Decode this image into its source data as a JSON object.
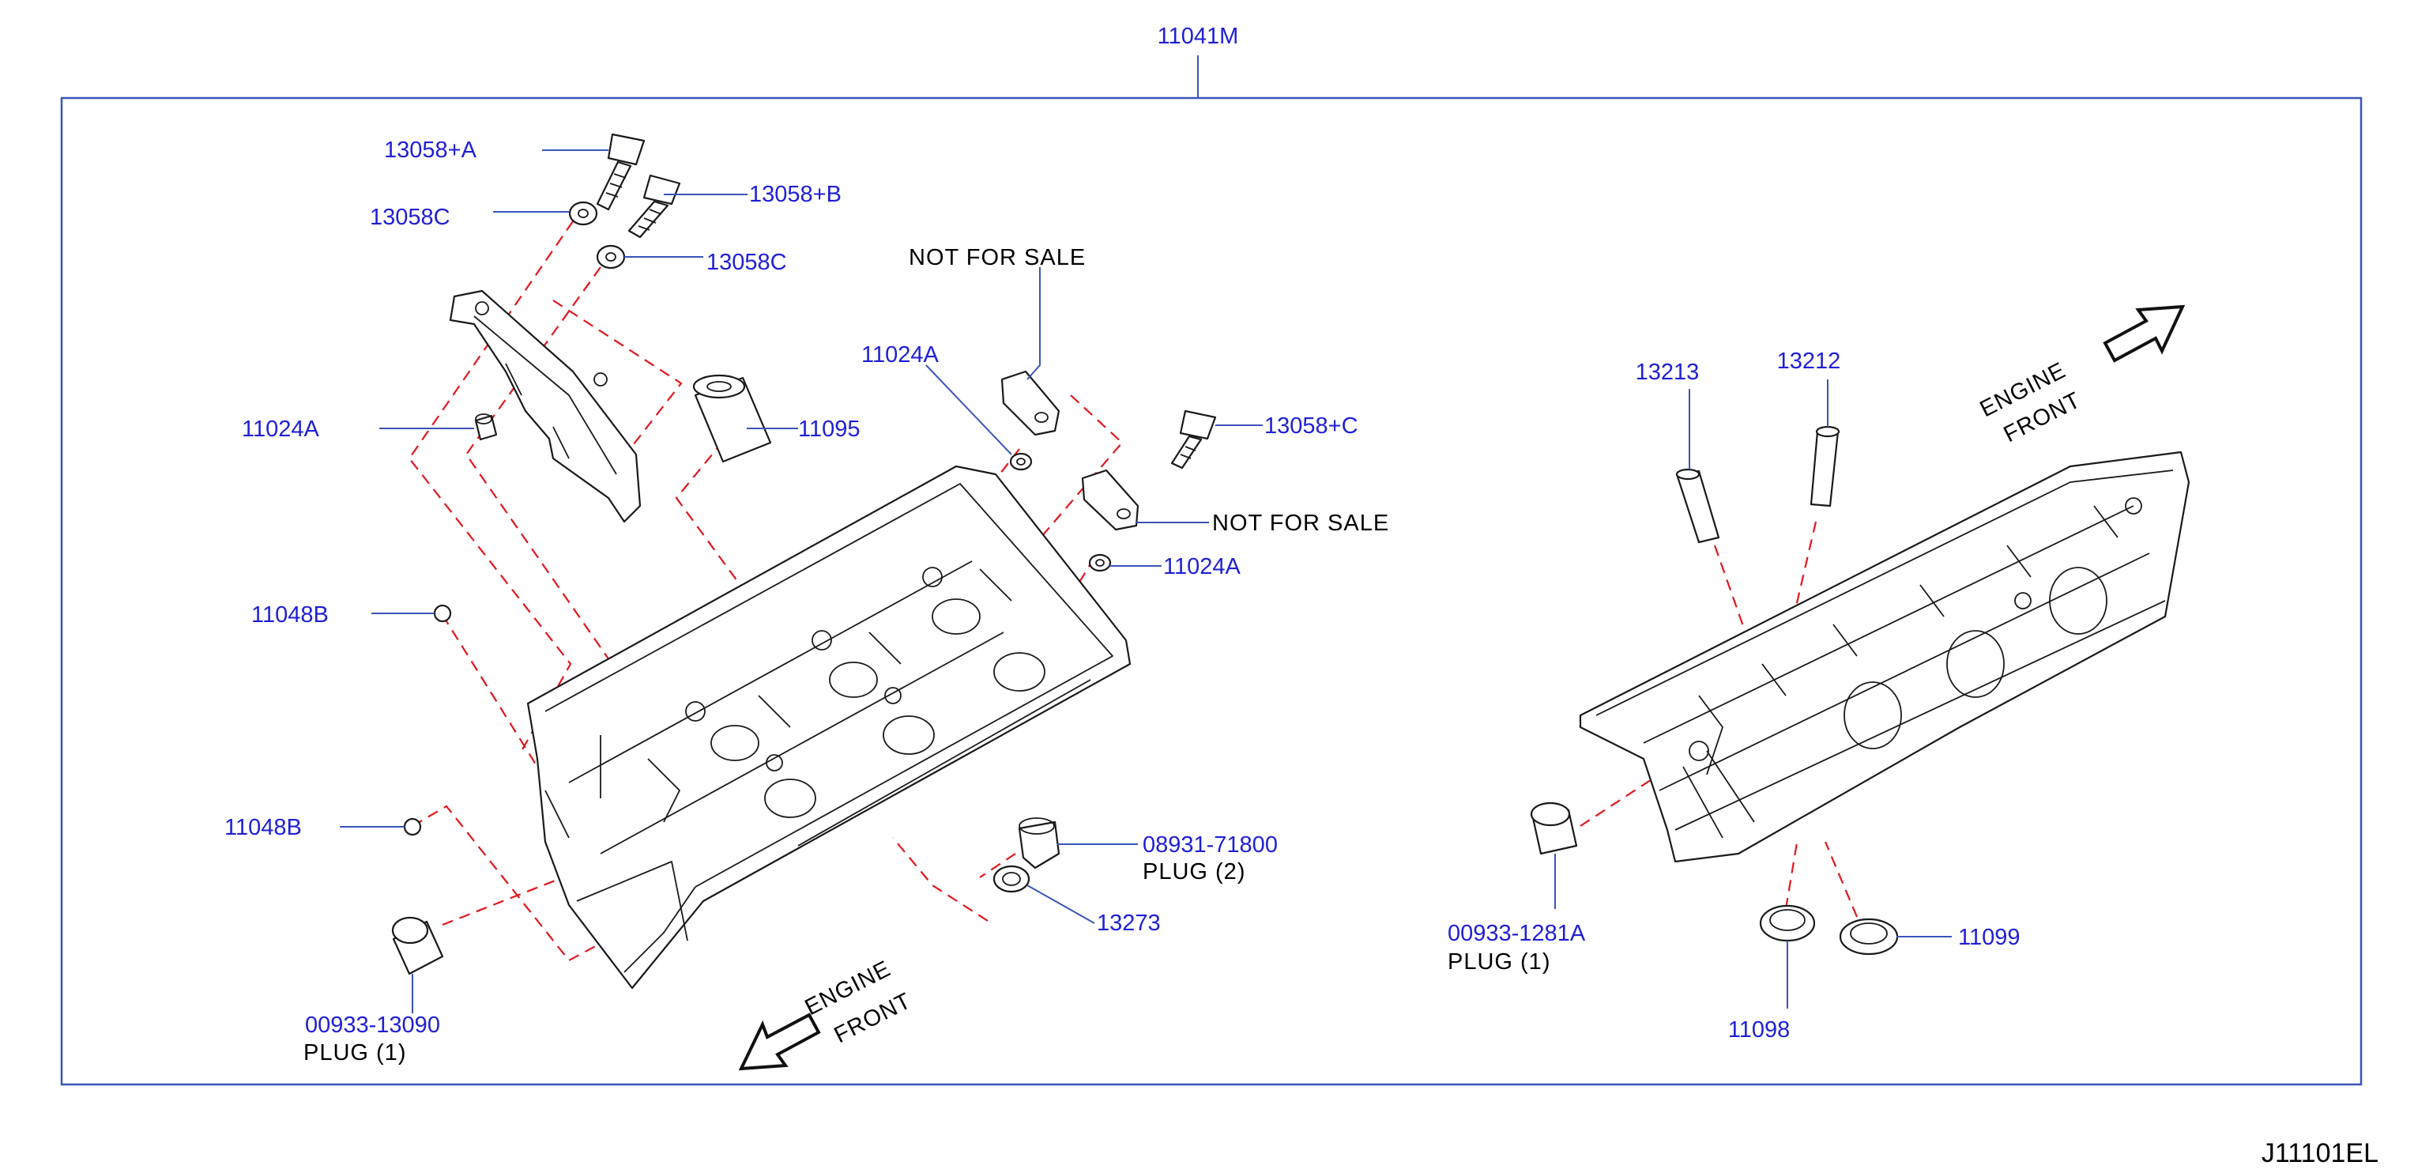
{
  "diagram": {
    "top_label": "11041M",
    "diagram_code": "J11101EL",
    "colors": {
      "callout": "#1f1fd6",
      "frame": "#3a55b8",
      "dashed_guide": "#e3161b",
      "drawing": "#1a1a1a"
    },
    "left": {
      "callouts": {
        "bolt_a": "13058+A",
        "washer_c_left": "13058C",
        "bolt_b": "13058+B",
        "washer_c_right": "13058C",
        "dowel_left": "11024A",
        "dowel_top": "11024A",
        "dowel_right": "11024A",
        "sleeve": "11095",
        "bolt_c": "13058+C",
        "ball_plug_upper": "11048B",
        "ball_plug_lower": "11048B",
        "plug_tapered": "08931-71800",
        "washer_13273": "13273",
        "plug_cup": "00933-13090"
      },
      "notes": {
        "not_for_sale_top": "NOT FOR SALE",
        "not_for_sale_right": "NOT FOR SALE",
        "plug_tapered_qty": "PLUG (2)",
        "plug_cup_qty": "PLUG (1)"
      },
      "direction_line1": "ENGINE",
      "direction_line2": "FRONT"
    },
    "right": {
      "callouts": {
        "guide_13213": "13213",
        "guide_13212": "13212",
        "plug_cup": "00933-1281A",
        "seal_11098": "11098",
        "seal_11099": "11099"
      },
      "notes": {
        "plug_cup_qty": "PLUG (1)"
      },
      "direction_line1": "ENGINE",
      "direction_line2": "FRONT"
    }
  }
}
